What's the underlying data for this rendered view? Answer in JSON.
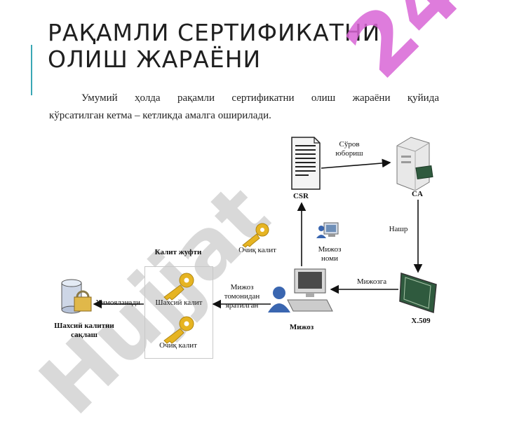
{
  "slide": {
    "title_line1": "РАҚАМЛИ СЕРТИФИКАТНИ",
    "title_line2": "ОЛИШ ЖАРАЁНИ",
    "intro_line1": "Умумий ҳолда рақамли сертификатни олиш жараёни қуйида",
    "intro_line2": "кўрсатилган кетма – кетликда амалга оширилади."
  },
  "diagram": {
    "request_send": "Сўров юбориш",
    "csr": "CSR",
    "ca": "CA",
    "publish": "Нашр",
    "client_name": "Мижоз номи",
    "to_client": "Мижозга",
    "x509": "X.509",
    "client": "Мижоз",
    "created_by_client": "Мижоз томонидан яратилган",
    "key_pair": "Калит жуфти",
    "public_key_top": "Очиқ калит",
    "private_key": "Шахсий калит",
    "public_key_bottom": "Очиқ калит",
    "protected": "Ҳимояланади",
    "private_key_storage": "Шахсий калитни сақлаш"
  },
  "watermark": {
    "text_24": "24",
    "text_hujjat": "Hujjat"
  },
  "colors": {
    "title_accent": "#3aa7b5",
    "watermark_magenta": "#d966d6",
    "key_gold": "#e6b422",
    "monitor_green": "#2f5a3e"
  }
}
